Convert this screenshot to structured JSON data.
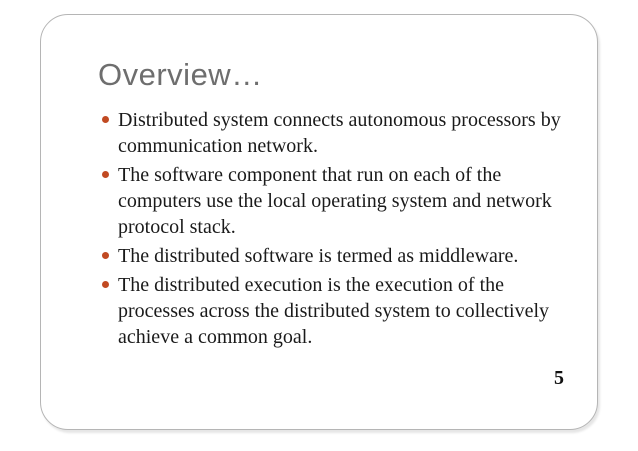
{
  "slide": {
    "title": "Overview…",
    "bullets": [
      {
        "text": "Distributed system connects autonomous processors by\ncommunication network."
      },
      {
        "text": "The software component that run on each of the\ncomputers use the local operating system and network\nprotocol stack."
      },
      {
        "text": "The distributed software is termed as middleware."
      },
      {
        "text": "The distributed execution is the execution of the\nprocesses across the distributed system to collectively\nachieve a common goal."
      }
    ],
    "page_number": "5",
    "colors": {
      "bullet": "#c14a22",
      "title": "#6e6e6e",
      "body_text": "#1a1a1a",
      "border": "#b5b5b5",
      "background": "#ffffff"
    }
  }
}
